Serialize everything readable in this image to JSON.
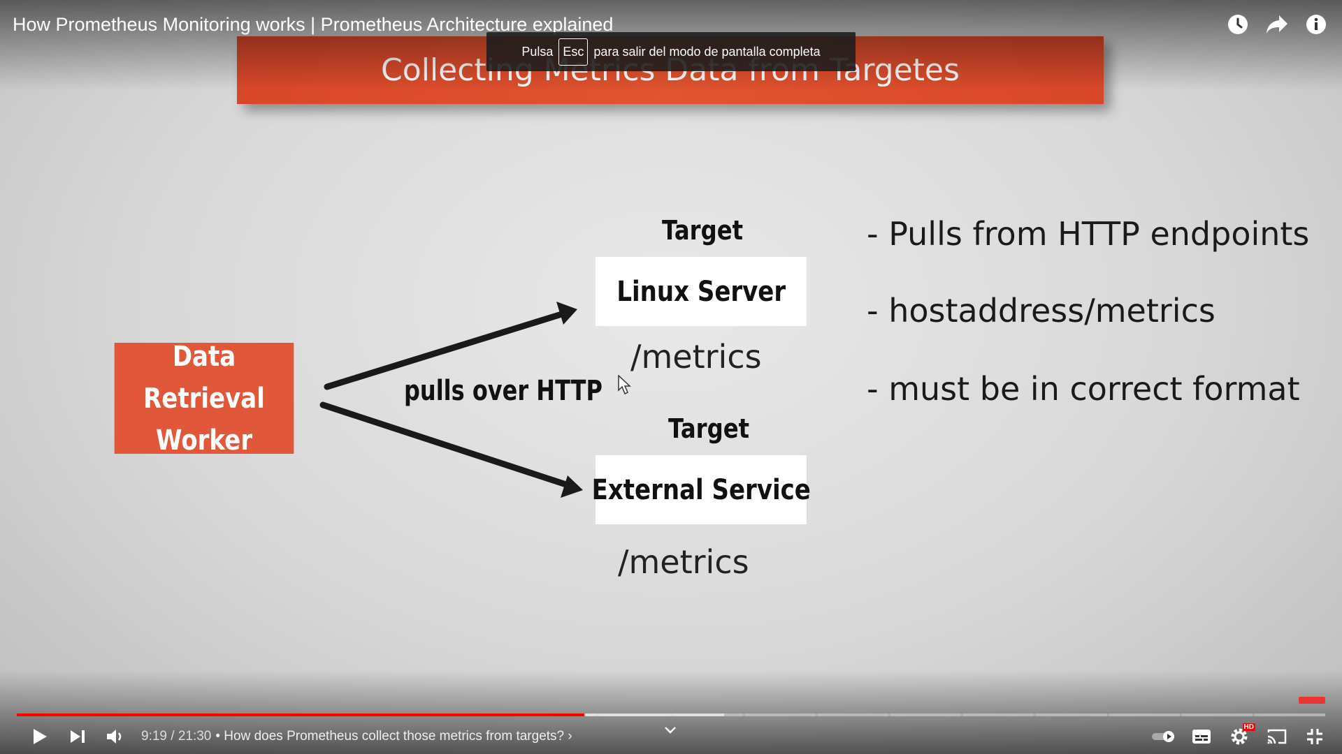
{
  "video": {
    "title": "How Prometheus Monitoring works | Prometheus Architecture explained"
  },
  "toast": {
    "prefix": "Pulsa",
    "key": "Esc",
    "suffix": "para salir del modo de pantalla completa"
  },
  "slide": {
    "title": "Collecting Metrics Data from Targetes",
    "worker": {
      "line1": "Data Retrieval",
      "line2": "Worker"
    },
    "arrow_label": "pulls over HTTP",
    "targets": [
      {
        "label": "Target",
        "name": "Linux Server",
        "path": "/metrics"
      },
      {
        "label": "Target",
        "name": "External Service",
        "path": "/metrics"
      }
    ],
    "bullets": [
      "- Pulls from HTTP endpoints",
      "- hostaddress/metrics",
      "- must be in correct format"
    ]
  },
  "player": {
    "time": "9:19 / 21:30",
    "chapter": "• How does Prometheus collect those metrics from targets? ›",
    "progress_fraction": 0.434,
    "hd_badge": "HD"
  },
  "icons": {
    "top": [
      "watch-later-icon",
      "share-icon",
      "info-icon"
    ],
    "bottom_left": [
      "play-icon",
      "next-icon",
      "volume-icon"
    ],
    "bottom_right": [
      "autoplay-toggle-icon",
      "subtitles-icon",
      "settings-icon",
      "cast-icon",
      "exit-fullscreen-icon"
    ]
  }
}
